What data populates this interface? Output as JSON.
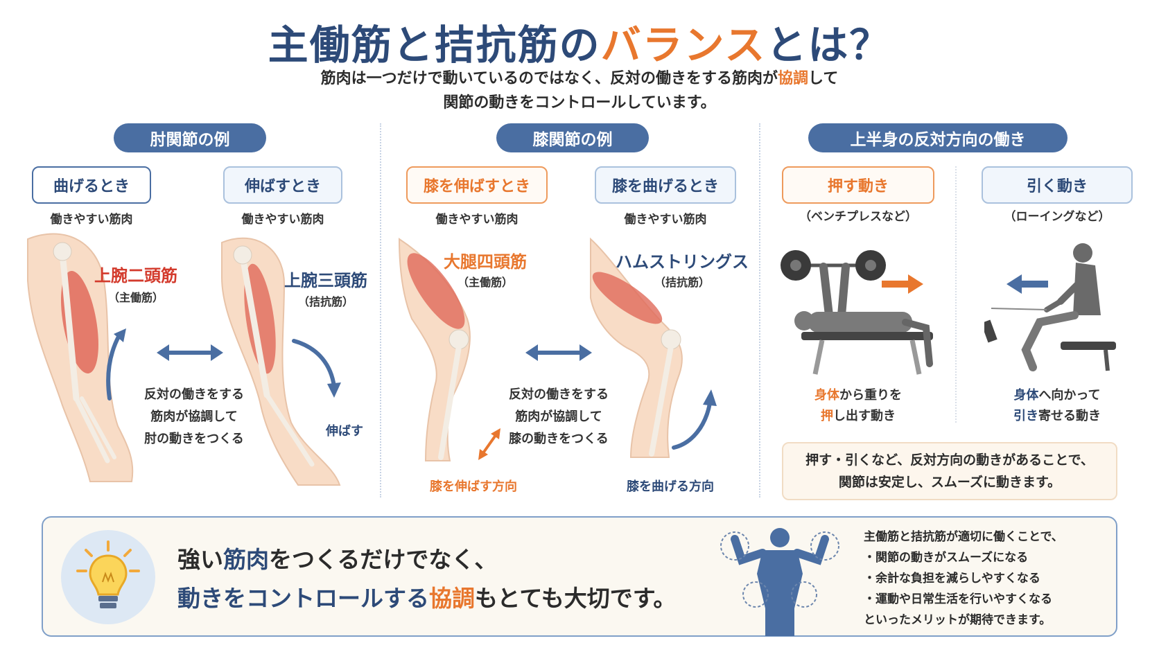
{
  "header": {
    "title_part1": "主働筋と拮抗筋の",
    "title_highlight": "バランス",
    "title_part2": "とは？",
    "subtitle_line1_a": "筋肉は一つだけで動いているのではなく、反対の働きをする筋肉が",
    "subtitle_line1_hl": "協調",
    "subtitle_line1_b": "して",
    "subtitle_line2": "関節の動きをコントロールしています。"
  },
  "elbow": {
    "section_title": "肘関節の例",
    "bend_label": "曲げるとき",
    "extend_label": "伸ばすとき",
    "active_label_left": "働きやすい筋肉",
    "active_label_right": "働きやすい筋肉",
    "muscle_left": "上腕二頭筋",
    "role_left": "（主働筋）",
    "muscle_right": "上腕三頭筋",
    "role_right": "（拮抗筋）",
    "desc": [
      "反対の働きをする",
      "筋肉が協調して",
      "肘の動きをつくる"
    ],
    "extend_dir": "伸ばす"
  },
  "knee": {
    "section_title": "膝関節の例",
    "extend_label": "膝を伸ばすとき",
    "bend_label": "膝を曲げるとき",
    "active_label_left": "働きやすい筋肉",
    "active_label_right": "働きやすい筋肉",
    "muscle_left": "大腿四頭筋",
    "role_left": "（主働筋）",
    "muscle_right": "ハムストリングス",
    "role_right": "（拮抗筋）",
    "desc": [
      "反対の働きをする",
      "筋肉が協調して",
      "膝の動きをつくる"
    ],
    "extend_dir": "膝を伸ばす方向",
    "bend_dir": "膝を曲げる方向"
  },
  "upper": {
    "section_title": "上半身の反対方向の働き",
    "push_label": "押す動き",
    "push_example": "（ベンチプレスなど）",
    "pull_label": "引く動き",
    "pull_example": "（ローイングなど）",
    "push_desc_hl1": "身体",
    "push_desc_1": "から重りを",
    "push_desc_hl2": "押",
    "push_desc_2": "し出す動き",
    "pull_desc_hl1": "身体",
    "pull_desc_1": "へ向かって",
    "pull_desc_hl2": "引き",
    "pull_desc_2": "寄せる動き",
    "note": [
      "押す・引くなど、反対方向の動きがあることで、",
      "関節は安定し、スムーズに動きます。"
    ]
  },
  "bottom": {
    "line1_a": "強い",
    "line1_hl": "筋肉",
    "line1_b": "をつくるだけでなく、",
    "line2_hl": "動きをコントロールする",
    "line2_hl2": "協調",
    "line2_b": "もとても大切です。",
    "benefits_intro": "主働筋と拮抗筋が適切に働くことで、",
    "benefits": [
      "・関節の動きがスムーズになる",
      "・余計な負担を減らしやすくなる",
      "・運動や日常生活を行いやすくなる"
    ],
    "benefits_outro": "といったメリットが期待できます。"
  },
  "colors": {
    "navy": "#2d4a78",
    "section_blue": "#4a6ea2",
    "orange": "#e8772e",
    "red": "#d33a2c",
    "skin": "#f8dcc6",
    "muscle": "#e06a5a"
  },
  "icons": [
    "lightbulb-icon",
    "double-arrow-icon",
    "curved-arrow-icon",
    "barbell-icon",
    "cable-handle-icon"
  ]
}
